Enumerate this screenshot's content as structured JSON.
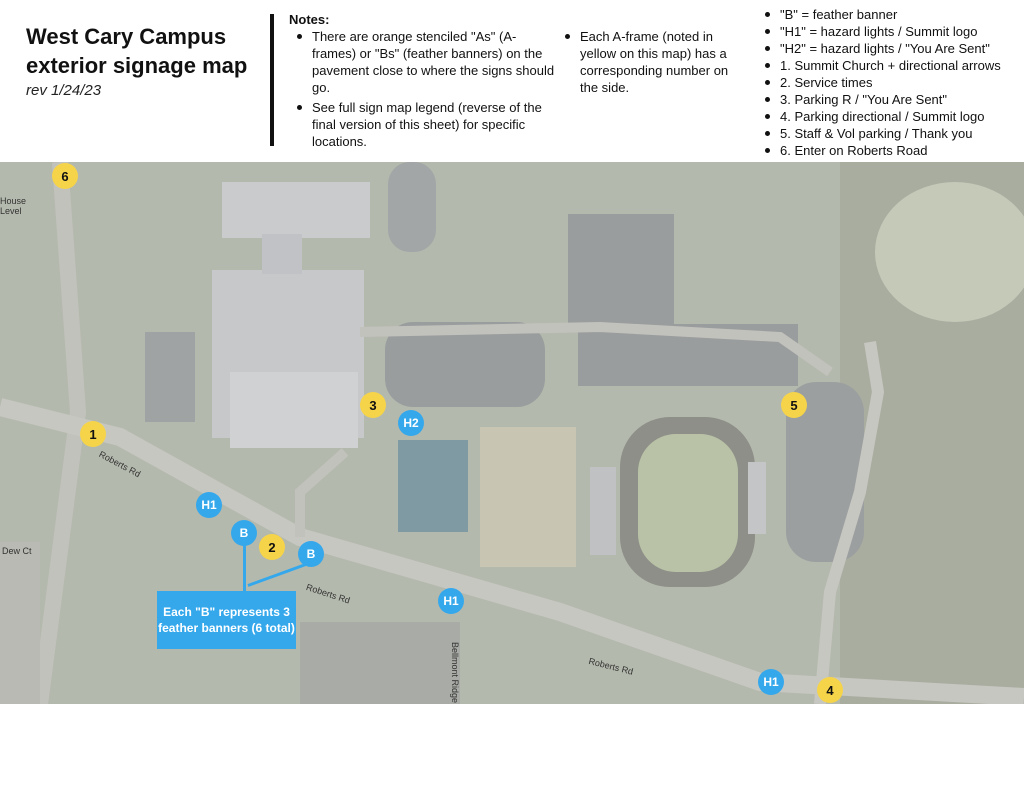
{
  "header": {
    "title": "West Cary Campus exterior signage map",
    "revision": "rev 1/24/23"
  },
  "notes": {
    "heading": "Notes:",
    "items": [
      "There are orange stenciled \"As\" (A-frames) or \"Bs\" (feather banners) on the pavement close to where the signs should go.",
      "See full sign map legend (reverse of the final version of this sheet) for specific locations."
    ],
    "aframe_note": "Each A-frame (noted in yellow on this map) has a corresponding number on the side."
  },
  "legend": {
    "items": [
      "\"B\" = feather banner",
      "\"H1\" = hazard lights / Summit logo",
      "\"H2\" = hazard lights / \"You Are Sent\"",
      "1. Summit Church + directional arrows",
      "2. Service times",
      "3. Parking R / \"You Are Sent\"",
      "4. Parking directional / Summit logo",
      "5. Staff & Vol parking / Thank you",
      "6. Enter on Roberts Road"
    ]
  },
  "map": {
    "markers": {
      "m6": "6",
      "m1": "1",
      "m3": "3",
      "m5": "5",
      "m2": "2",
      "m4": "4",
      "h2": "H2",
      "h1_left": "H1",
      "h1_mid": "H1",
      "h1_right": "H1",
      "b_left": "B",
      "b_right": "B"
    },
    "callout": "Each \"B\" represents 3 feather banners (6 total)",
    "road_labels": {
      "roberts_upper": "Roberts Rd",
      "roberts_lower": "Roberts Rd",
      "roberts_left": "Roberts Rd",
      "bellmont": "Bellmont Ridge Dr",
      "dew": "Dew Ct",
      "house": "House Level"
    },
    "colors": {
      "a_frame": "#f6d44a",
      "hazard_banner": "#35a8ec"
    }
  }
}
